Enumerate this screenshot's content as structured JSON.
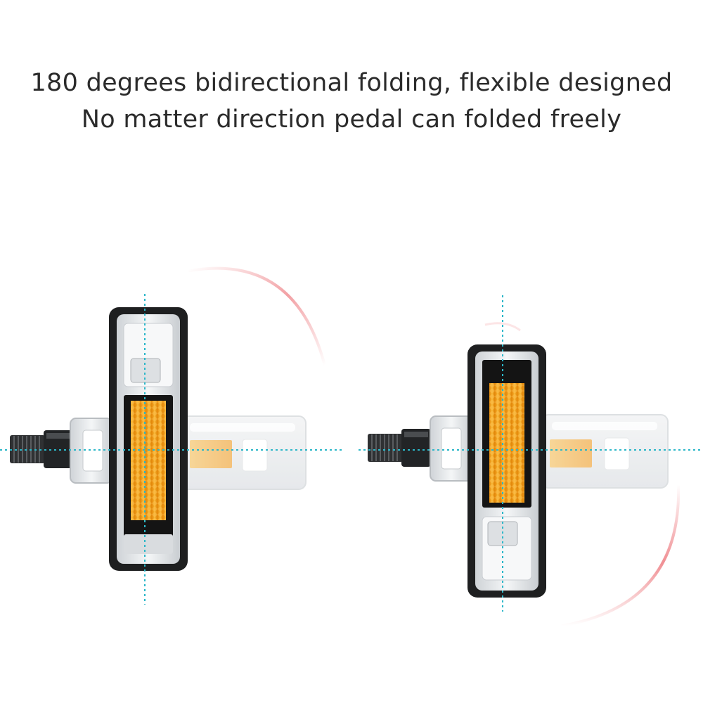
{
  "caption": {
    "line1": "180 degrees bidirectional folding, flexible designed",
    "line2": "No matter direction pedal can folded freely"
  },
  "colors": {
    "background": "#ffffff",
    "text": "#2b2b2b",
    "guide_line": "#2bb7c9",
    "rotation_arc": "#e8535a",
    "reflector": "#f2a31a",
    "pedal_body": "#e9ecef",
    "pedal_frame": "#1c1c1c",
    "spindle": "#2a2a2a"
  },
  "figures": [
    {
      "name": "pedal-folded-up",
      "fold_direction": "up"
    },
    {
      "name": "pedal-folded-down",
      "fold_direction": "down"
    }
  ]
}
